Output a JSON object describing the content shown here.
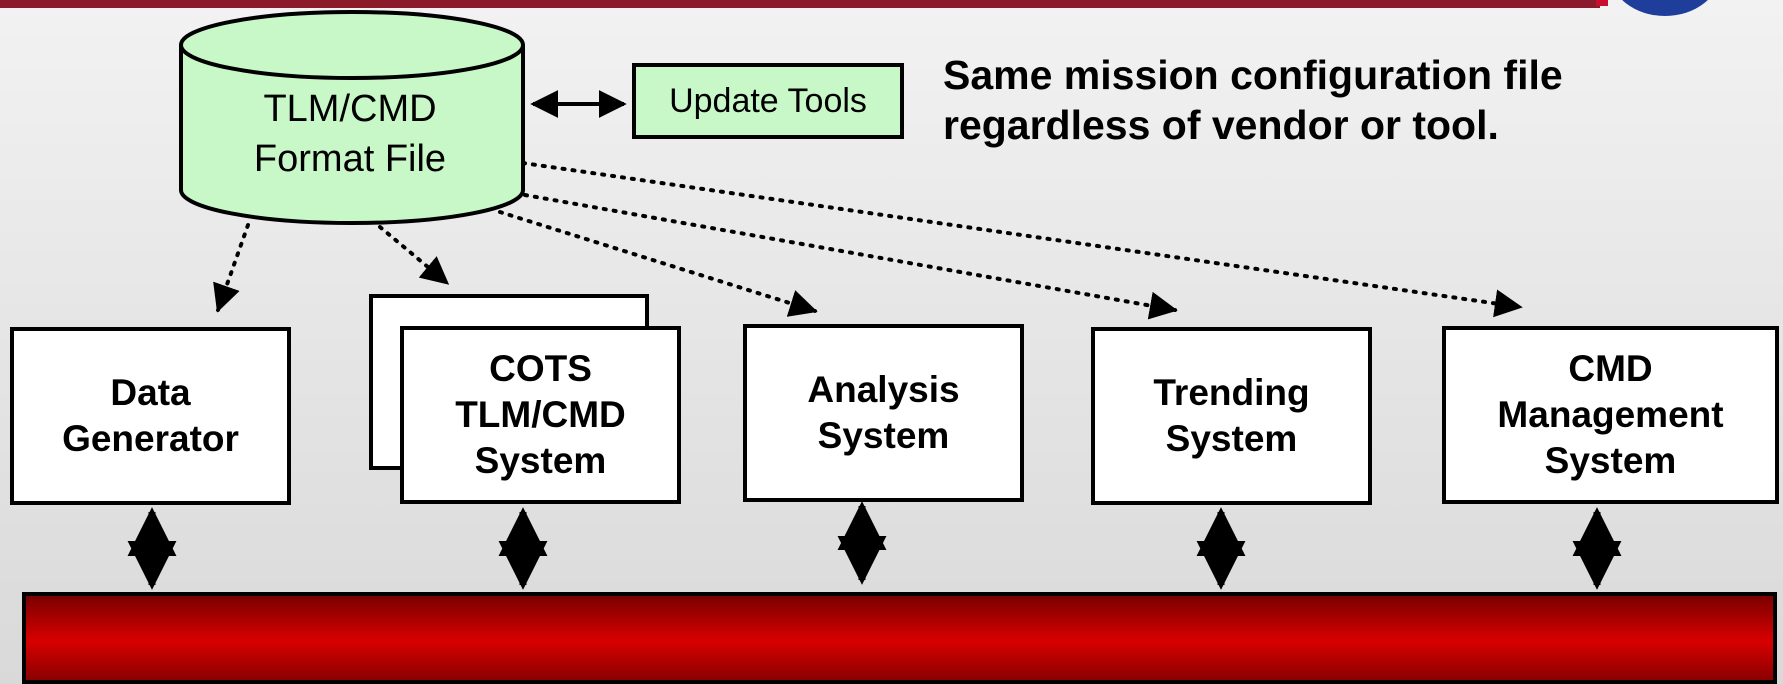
{
  "database": {
    "line1": "TLM/CMD",
    "line2": "Format File",
    "fill": "#c8f7c8"
  },
  "update_tools": {
    "label": "Update Tools"
  },
  "note": {
    "line1": "Same mission configuration file",
    "line2": "regardless of vendor or tool."
  },
  "systems": {
    "data_generator": {
      "line1": "Data",
      "line2": "Generator"
    },
    "cots": {
      "line1": "COTS",
      "line2": "TLM/CMD",
      "line3": "System"
    },
    "analysis": {
      "line1": "Analysis",
      "line2": "System"
    },
    "trending": {
      "line1": "Trending",
      "line2": "System"
    },
    "cmd_management": {
      "line1": "CMD",
      "line2": "Management",
      "line3": "System"
    }
  },
  "colors": {
    "bus": "#c90000",
    "header_line": "#8b1a2b",
    "logo": "#1f3e9c",
    "tool_fill": "#c8f7c8"
  }
}
